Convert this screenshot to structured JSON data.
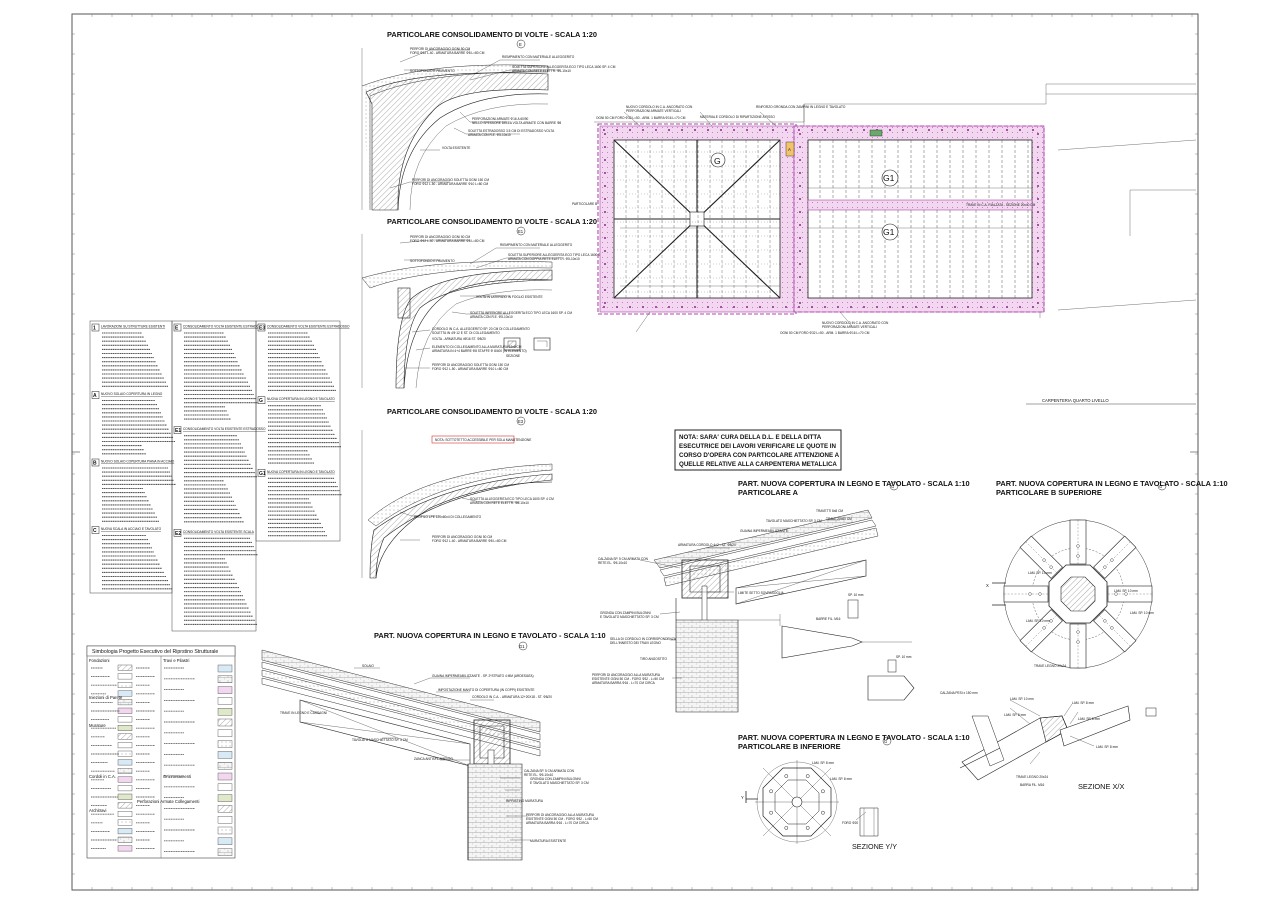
{
  "sheet_title": "CARPENTERIA QUARTO LIVELLO",
  "details": {
    "E": {
      "title": "PARTICOLARE CONSOLIDAMENTO DI VOLTE - SCALA 1:20",
      "tag": "E"
    },
    "E1": {
      "title": "PARTICOLARE CONSOLIDAMENTO DI VOLTE - SCALA 1:20",
      "tag": "E1"
    },
    "E3": {
      "title": "PARTICOLARE CONSOLIDAMENTO DI VOLTE - SCALA 1:20",
      "tag": "E3",
      "note": "NOTA: SOTTOTETTO ACCESSIBILE PER SOLA MANUTENZIONE"
    },
    "G1_roof": {
      "title": "PART. NUOVA COPERTURA IN LEGNO E TAVOLATO - SCALA 1:10",
      "tag": "G1"
    },
    "A_roof": {
      "title": "PART. NUOVA COPERTURA IN LEGNO E TAVOLATO - SCALA 1:10",
      "subtitle": "PARTICOLARE A",
      "tag": "G"
    },
    "B_sup": {
      "title": "PART. NUOVA COPERTURA IN LEGNO E TAVOLATO - SCALA 1:10",
      "subtitle": "PARTICOLARE B SUPERIORE",
      "tag": "G"
    },
    "B_inf": {
      "title": "PART. NUOVA COPERTURA IN LEGNO E TAVOLATO - SCALA 1:10",
      "subtitle": "PARTICOLARE B INFERIORE",
      "tag": "G"
    }
  },
  "sections": {
    "xx": "SEZIONE X/X",
    "yy": "SEZIONE Y/Y",
    "x": "X",
    "y": "Y"
  },
  "plan": {
    "zone_g": "G",
    "zone_g1a": "G1",
    "zone_g1b": "G1",
    "zone_a": "A"
  },
  "note_box": {
    "l1": "NOTA: SARA' CURA DELLA D.L. E DELLA DITTA",
    "l2": "ESECUTRICE DEI LAVORI VERIFICARE LE QUOTE IN",
    "l3": "CORSO D'OPERA CON PARTICOLARE ATTENZIONE A",
    "l4": "QUELLE RELATIVE ALLA CARPENTERIA METALLICA"
  },
  "legend": {
    "title": "Simbologia Progetto Esecutivo del Riprstino Strutturale",
    "fondazioni": "Fondazioni",
    "iniezioni": "Iniezioni di Parete",
    "murature": "Murature",
    "cordoli": "Cordoli in C.A.",
    "architravi": "Architravi",
    "travi": "Travi e Pilastri",
    "orizzontamenti": "Orizzontamenti",
    "perforazioni": "Perforazioni Armate Collegamenti"
  },
  "labels": {
    "volta_esistente": "VOLTA ESISTENTE",
    "sottofondo": "SOTTOFONDO E PAVIMENTO",
    "cordolo": "CORDOLO IN C.A.",
    "muratura": "MURATURA ESISTENTE",
    "solaio": "SOLAIO",
    "travetti": "TRAVETTI 8x8 CM",
    "tavolato": "TAVOLATO MASCHIETTATO SP. 3 CM",
    "trave": "TRAVE LEGNO LAMELLARE"
  },
  "spec_cols": {
    "c1": {
      "ids": [
        "1",
        "A",
        "B",
        "C"
      ],
      "heads": [
        "LAVORAZIONI SU STRUTTURE ESISTENTI",
        "NUOVO SOLAIO COPERTURA IN LEGNO",
        "NUOVO SOLAIO COPERTURA PIANA IN ACCIAIO",
        "NUOVA SCALA IN ACCIAIO E TAVOLATO"
      ]
    },
    "c2": {
      "ids": [
        "E",
        "E1",
        "E2"
      ],
      "heads": [
        "CONSOLIDAMENTO VOLTA ESISTENTE ESTRADOSSO",
        "CONSOLIDAMENTO VOLTA ESISTENTE ESTRADOSSO",
        "CONSOLIDAMENTO VOLTA ESISTENTE SCALA"
      ]
    },
    "c3": {
      "ids": [
        "E3",
        "G",
        "G1"
      ],
      "heads": [
        "CONSOLIDAMENTO VOLTA ESISTENTE ESTRADOSSO",
        "NUOVA COPERTURA IN LEGNO E TAVOLATO",
        "NUOVA COPERTURA IN LEGNO E TAVOLATO"
      ]
    }
  }
}
